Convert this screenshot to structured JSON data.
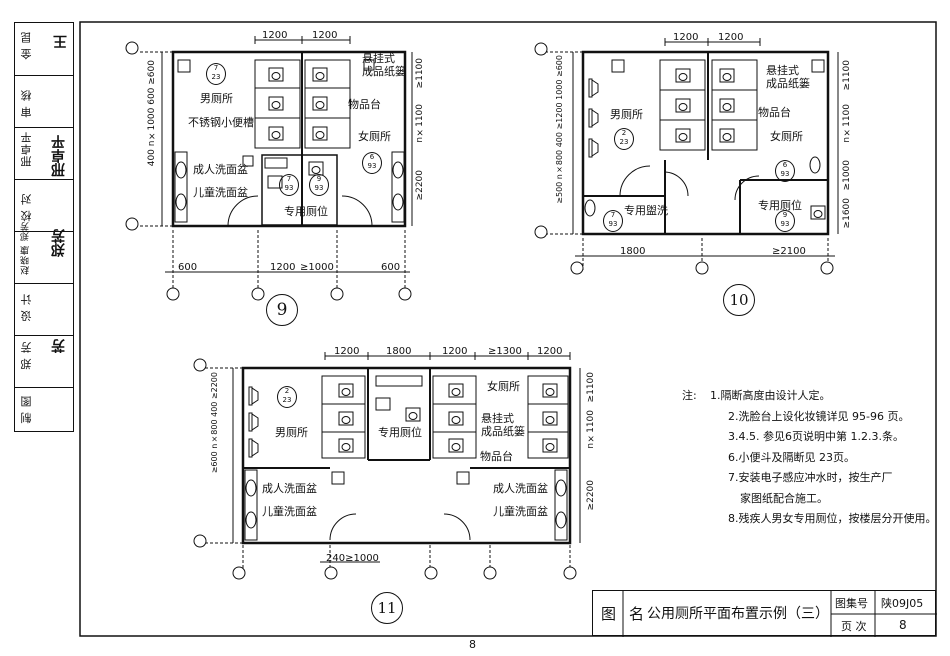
{
  "sidebar": {
    "rows": [
      {
        "label": "金 昆",
        "signature": "王"
      },
      {
        "label": "审 核",
        "signature": ""
      },
      {
        "label": "邢卓平",
        "signature": "邢卓平"
      },
      {
        "label": "校 对",
        "signature": ""
      },
      {
        "label": "赵晓康 郑芳",
        "signature": "郑芳"
      },
      {
        "label": "设 计",
        "signature": ""
      },
      {
        "label": "郑 芳",
        "signature": "芳"
      },
      {
        "label": "制 图",
        "signature": ""
      }
    ]
  },
  "plan9": {
    "number": "9",
    "dims_top": [
      "1200",
      "1200"
    ],
    "dims_bottom": [
      "600",
      "1200",
      "≥1000",
      "600"
    ],
    "dims_left": "400 n×1000 600 ≥600",
    "dims_right": [
      "≥1100",
      "n×1100",
      "≥2200"
    ],
    "labels": {
      "men": "男厕所",
      "women": "女厕所",
      "urinal": "不锈钢小便槽",
      "basket": "悬挂式\n成品纸篓",
      "shelf": "物品台",
      "adult_basin": "成人洗面盆",
      "child_basin": "儿童洗面盆",
      "private": "专用厕位"
    },
    "refs": [
      {
        "top": "7",
        "bot": "23"
      },
      {
        "top": "6",
        "bot": "93"
      },
      {
        "top": "7",
        "bot": "93"
      },
      {
        "top": "9",
        "bot": "93"
      }
    ]
  },
  "plan10": {
    "number": "10",
    "dims_top": [
      "1200",
      "1200"
    ],
    "dims_bottom": [
      "1800",
      "≥2100"
    ],
    "dims_left": "≥500 n×800 400 ≥1200 1000 ≥600",
    "dims_right": [
      "≥1100",
      "n×1100",
      "≥1000",
      "≥1600"
    ],
    "labels": {
      "men": "男厕所",
      "women": "女厕所",
      "basket": "悬挂式\n成品纸篓",
      "shelf": "物品台",
      "wash": "专用盥洗",
      "private": "专用厕位"
    },
    "refs": [
      {
        "top": "2",
        "bot": "23"
      },
      {
        "top": "6",
        "bot": "93"
      },
      {
        "top": "7",
        "bot": "93"
      },
      {
        "top": "9",
        "bot": "93"
      }
    ]
  },
  "plan11": {
    "number": "11",
    "dims_top": [
      "1200",
      "1800",
      "1200",
      "≥1300",
      "1200"
    ],
    "dims_bottom": "240≥1000",
    "dims_left": "≥600 n×800 400 ≥2200",
    "dims_right": [
      "≥1100",
      "n×1100",
      "≥2200"
    ],
    "labels": {
      "men": "男厕所",
      "women": "女厕所",
      "basket": "悬挂式\n成品纸篓",
      "shelf": "物品台",
      "private": "专用厕位",
      "adult_basin_l": "成人洗面盆",
      "child_basin_l": "儿童洗面盆",
      "adult_basin_r": "成人洗面盆",
      "child_basin_r": "儿童洗面盆"
    },
    "refs": [
      {
        "top": "2",
        "bot": "23"
      }
    ]
  },
  "notes": {
    "label": "注:",
    "items": [
      "1.隔断高度由设计人定。",
      "2.洗脸台上设化妆镜详见 95-96 页。",
      "3.4.5. 参见6页说明中第 1.2.3.条。",
      "6.小便斗及隔断见 23页。",
      "7.安装电子感应冲水时，按生产厂",
      "家图纸配合施工。",
      "8.残疾人男女专用厕位，按楼层分开使用。"
    ]
  },
  "titleblock": {
    "label_tu": "图",
    "label_ming": "名",
    "title": "公用厕所平面布置示例（三）",
    "atlas_label": "图集号",
    "atlas_value": "陕09J05",
    "page_label": "页 次",
    "page_value": "8"
  },
  "page_number": "8"
}
